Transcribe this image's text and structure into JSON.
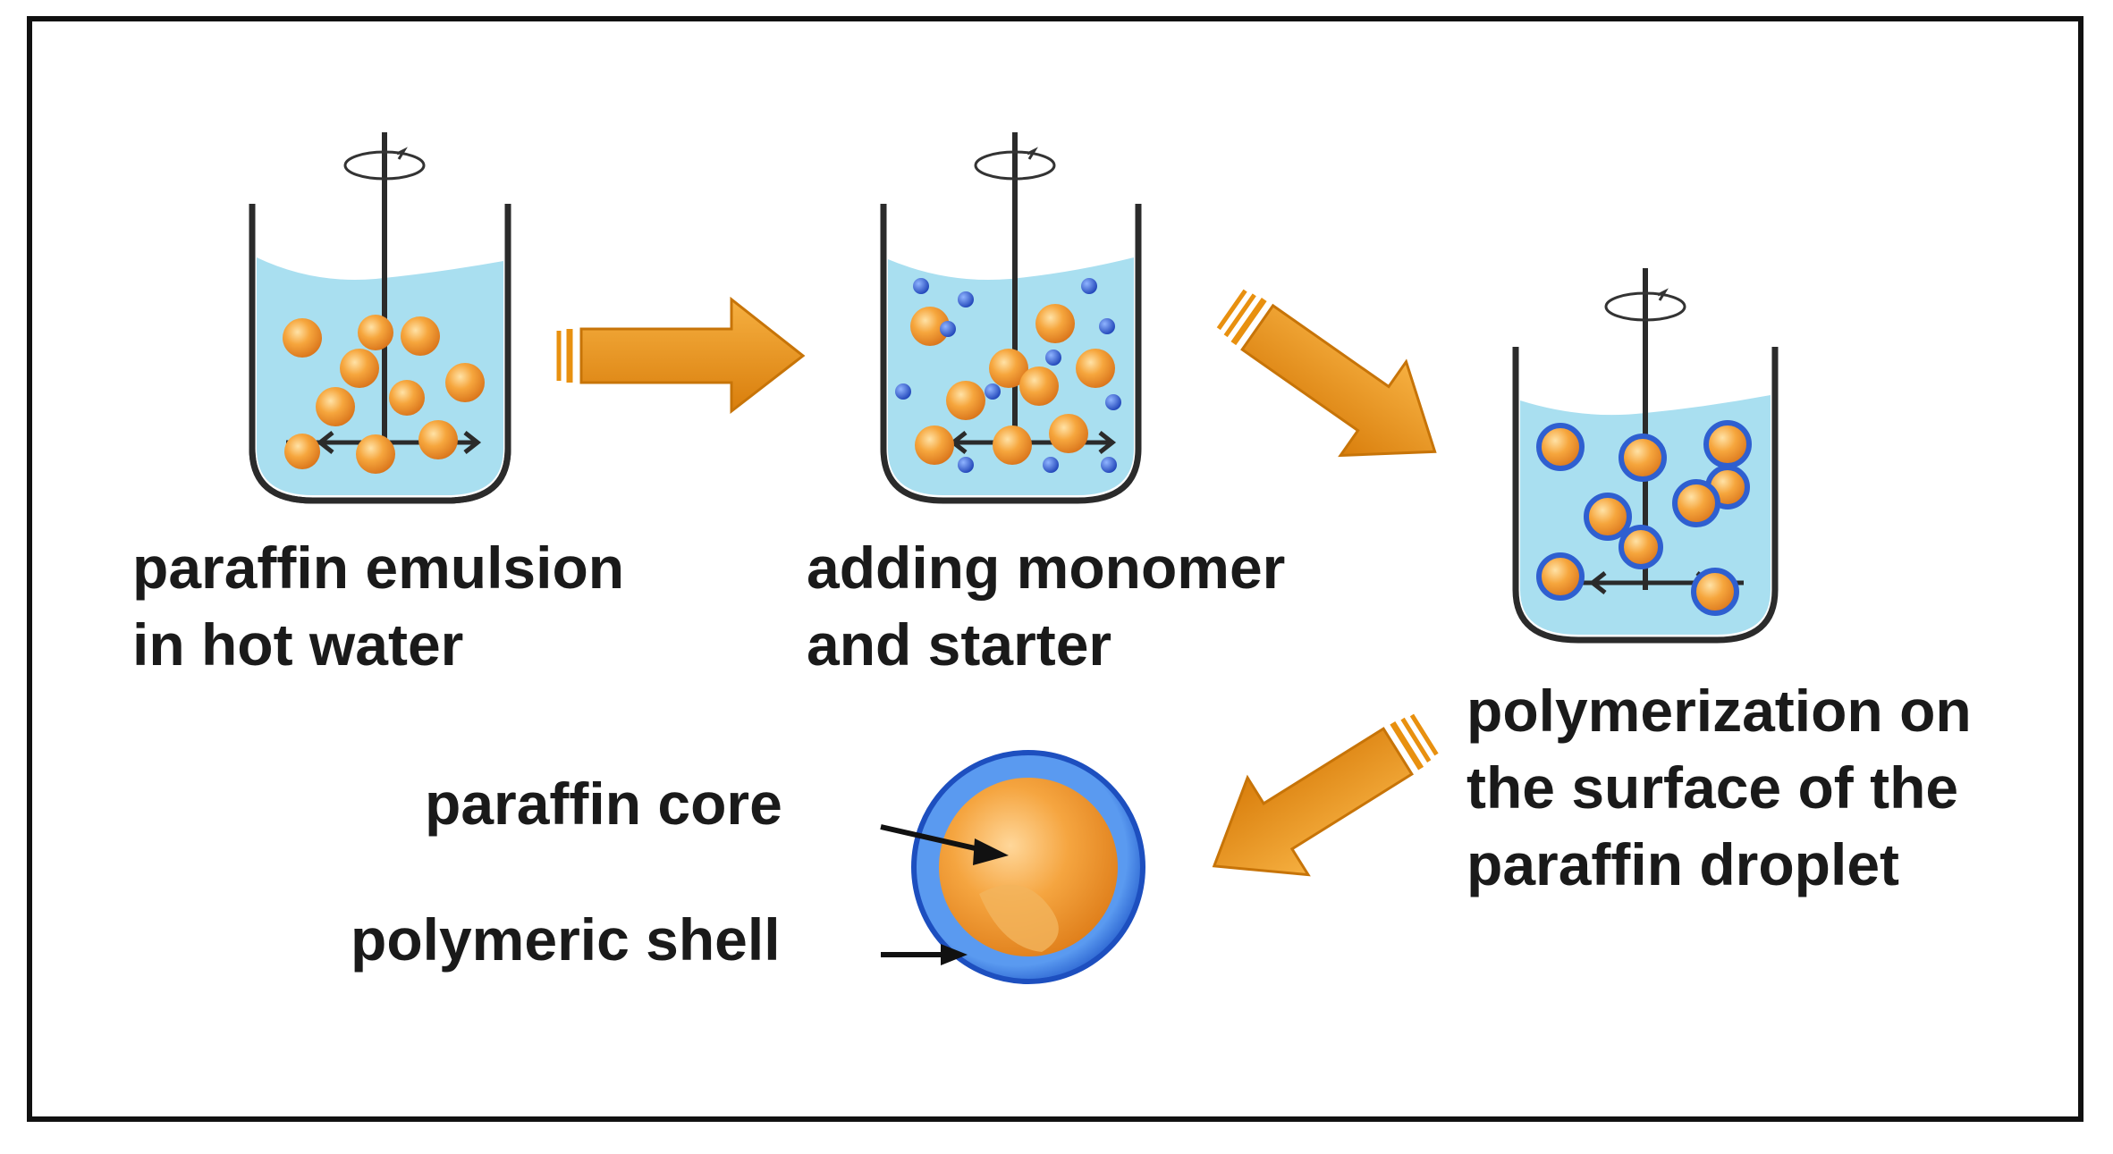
{
  "steps": [
    {
      "line1": "paraffin emulsion",
      "line2": "in hot water"
    },
    {
      "line1": "adding monomer",
      "line2": "and starter"
    },
    {
      "line1": "polymerization on",
      "line2": "the surface of the",
      "line3": "paraffin droplet"
    }
  ],
  "capsule_labels": {
    "core": "paraffin core",
    "shell": "polymeric shell"
  },
  "colors": {
    "water": "#a9dff0",
    "paraffin": "#f29a2e",
    "monomer": "#2f5fd0",
    "arrow": "#e8900f",
    "shell": "#2b6fd6"
  },
  "icons": [
    "stirring-beaker",
    "process-arrow",
    "microcapsule"
  ]
}
